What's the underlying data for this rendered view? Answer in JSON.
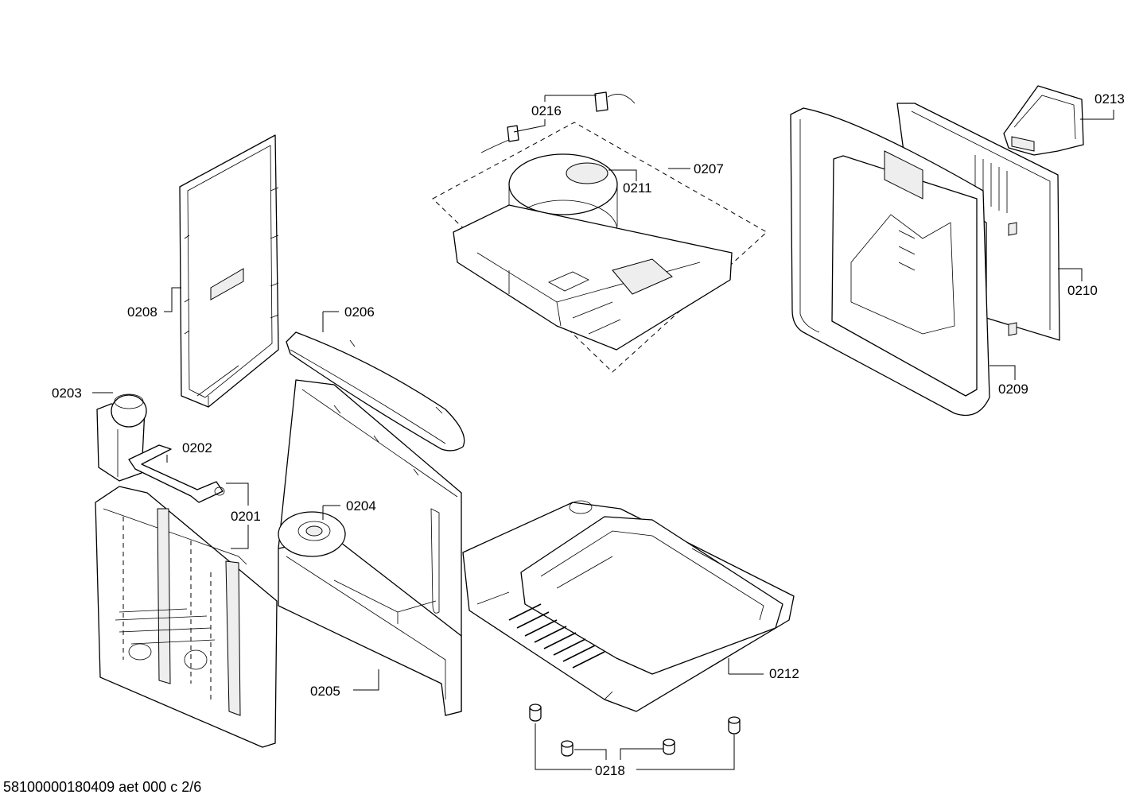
{
  "document_code": "58100000180409 aet 000 c 2/6",
  "parts": {
    "p0201": "0201",
    "p0202": "0202",
    "p0203": "0203",
    "p0204": "0204",
    "p0205": "0205",
    "p0206": "0206",
    "p0207": "0207",
    "p0208": "0208",
    "p0209": "0209",
    "p0210": "0210",
    "p0211": "0211",
    "p0212": "0212",
    "p0213": "0213",
    "p0216": "0216",
    "p0218": "0218"
  }
}
